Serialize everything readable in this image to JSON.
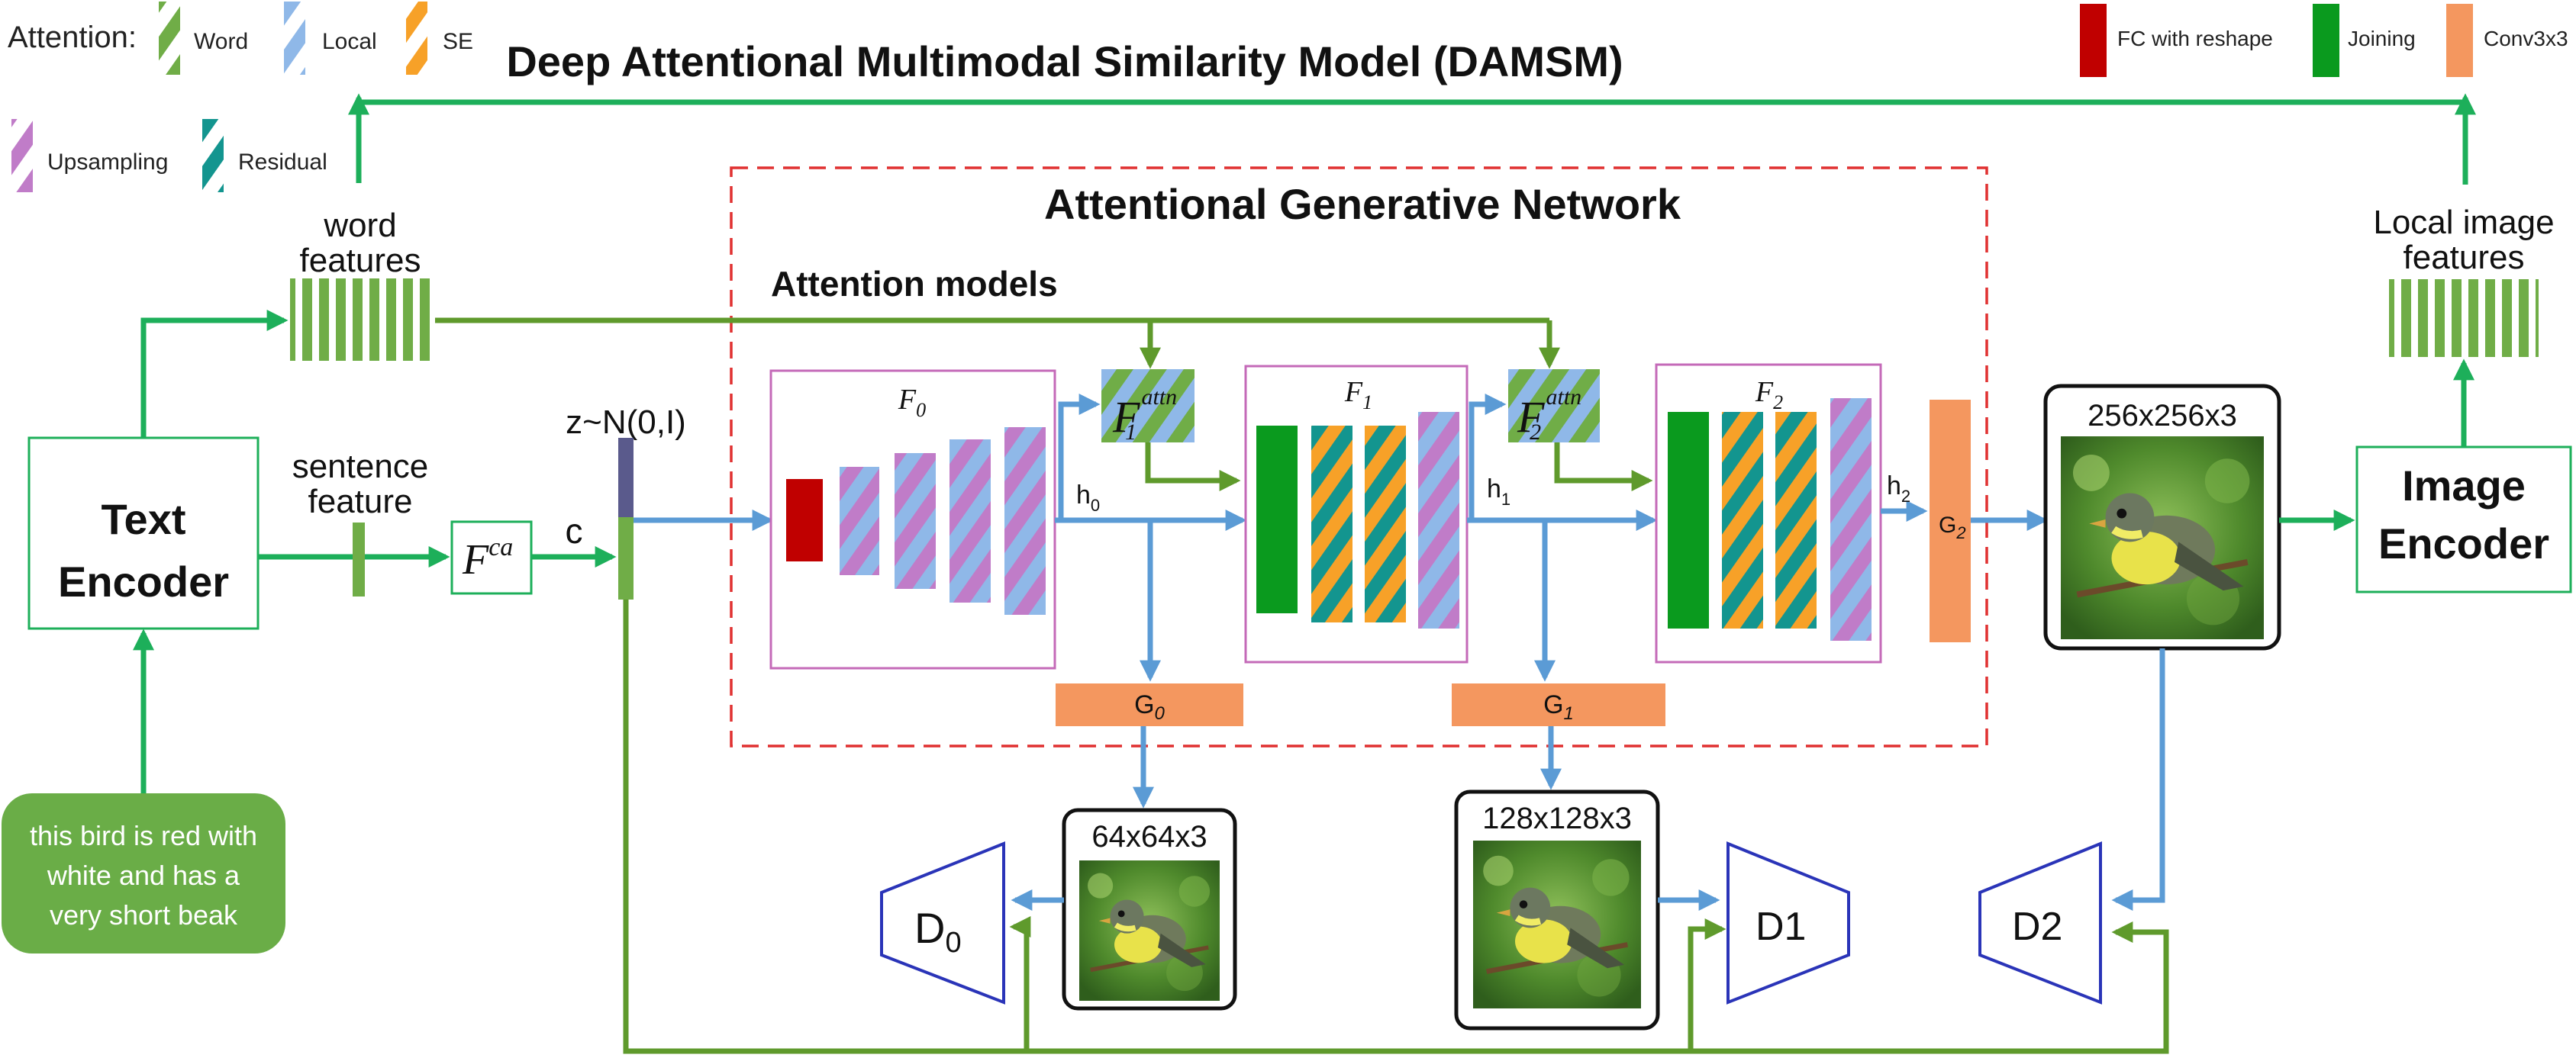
{
  "legend": {
    "attention_label": "Attention:",
    "word": "Word",
    "local": "Local",
    "se": "SE",
    "upsampling": "Upsampling",
    "residual": "Residual",
    "fc_with_reshape": "FC with reshape",
    "joining": "Joining",
    "conv": "Conv3x3"
  },
  "damsm_title": "Deep Attentional Multimodal Similarity Model (DAMSM)",
  "agn_title": "Attentional Generative Network",
  "attention_models_label": "Attention models",
  "text_encoder": {
    "line1": "Text",
    "line2": "Encoder"
  },
  "image_encoder": {
    "line1": "Image",
    "line2": "Encoder"
  },
  "caption": {
    "line1": "this bird is red with",
    "line2": "white and has a",
    "line3": "very short beak"
  },
  "word_features": {
    "line1": "word",
    "line2": "features"
  },
  "sentence_feature": {
    "line1": "sentence",
    "line2": "feature"
  },
  "local_image_features": {
    "line1": "Local image",
    "line2": "features"
  },
  "fca": {
    "base": "F",
    "sup": "ca"
  },
  "c_label": "c",
  "noise_label": "z~N(0,I)",
  "stages": {
    "f0": {
      "base": "F",
      "sub": "0"
    },
    "f1": {
      "base": "F",
      "sub": "1"
    },
    "f2": {
      "base": "F",
      "sub": "2"
    }
  },
  "attn": {
    "a1": {
      "base": "F",
      "sup": "attn",
      "sub": "1"
    },
    "a2": {
      "base": "F",
      "sup": "attn",
      "sub": "2"
    }
  },
  "hidden": {
    "h0": {
      "base": "h",
      "sub": "0"
    },
    "h1": {
      "base": "h",
      "sub": "1"
    },
    "h2": {
      "base": "h",
      "sub": "2"
    }
  },
  "generators": {
    "g0": {
      "base": "G",
      "sub": "0"
    },
    "g1": {
      "base": "G",
      "sub": "1"
    },
    "g2": {
      "base": "G",
      "sub": "2"
    }
  },
  "images": {
    "small": "64x64x3",
    "medium": "128x128x3",
    "large": "256x256x3"
  },
  "discriminators": {
    "d0_base": "D",
    "d0_sub": "0",
    "d1": "D1",
    "d2": "D2"
  },
  "colors": {
    "green_arrow": "#1daf5a",
    "olive_arrow": "#5f9a2c",
    "blue_arrow": "#5b9bd5",
    "dark_red": "#c00000",
    "joining_green": "#0a9a1e",
    "conv_orange": "#f4975f",
    "word_green": "#70ad47",
    "local_blue": "#8fb8e8",
    "se_orange": "#f7a128",
    "upsample_purple": "#c07cc8",
    "residual_teal": "#13958f",
    "caption_green": "#6aad47",
    "red_dash": "#e03030",
    "frame_magenta": "#c46ab8",
    "disc_blue": "#2a34b8",
    "noise_purple": "#5a5a8c"
  }
}
